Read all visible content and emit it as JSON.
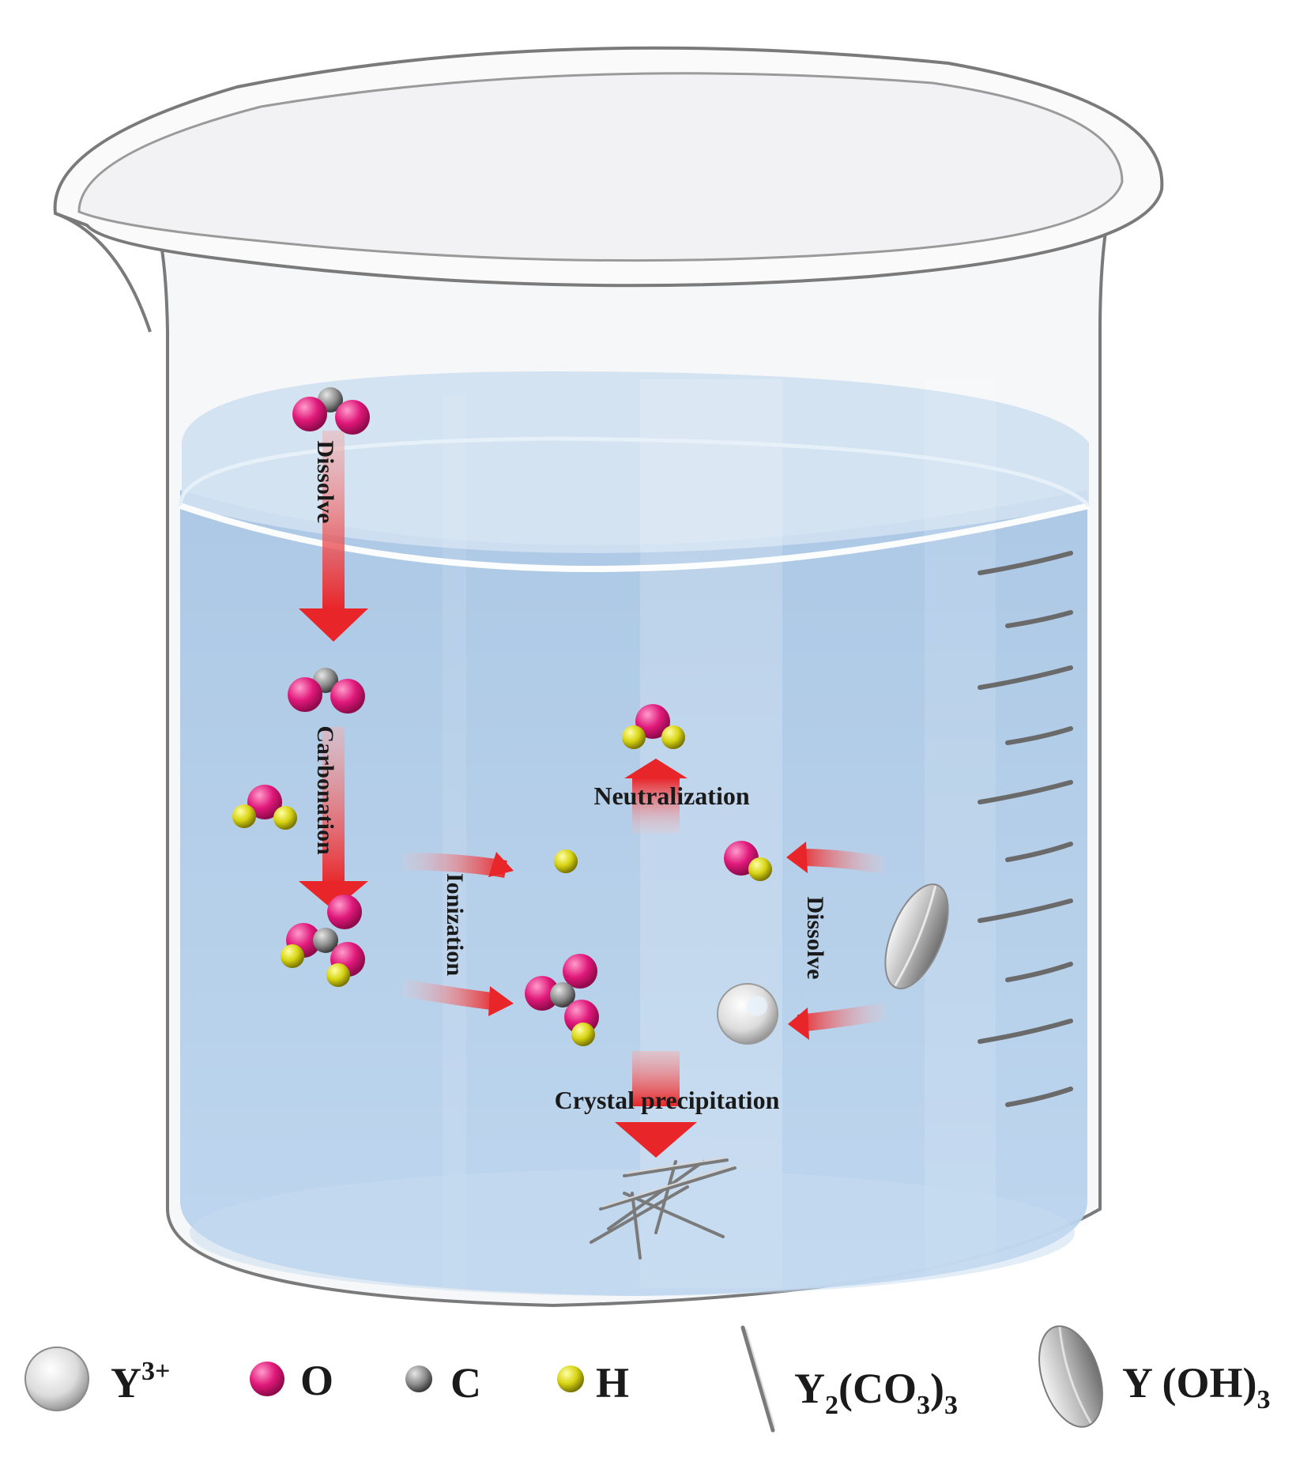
{
  "labels": {
    "dissolve_left": "Dissolve",
    "carbonation": "Carbonation",
    "neutralization": "Neutralization",
    "ionization": "Ionization",
    "dissolve_right": "Dissolve",
    "crystal_precipitation": "Crystal precipitation"
  },
  "legend": {
    "y_ion": {
      "base": "Y",
      "sup": "3+"
    },
    "oxygen": "O",
    "carbon": "C",
    "hydrogen": "H",
    "y_carbonate": {
      "p1": "Y",
      "s1": "2",
      "p2": "(CO",
      "s2": "3",
      "p3": ")",
      "s3": "3"
    },
    "y_hydroxide": {
      "p1": "Y (OH)",
      "s1": "3"
    }
  },
  "colors": {
    "oxygen": "#e0187a",
    "carbon": "#8a8a8a",
    "hydrogen": "#d8d414",
    "yttrium": "#e8e8e8",
    "water": "#b4cfe9",
    "arrow": "#e8262a"
  }
}
